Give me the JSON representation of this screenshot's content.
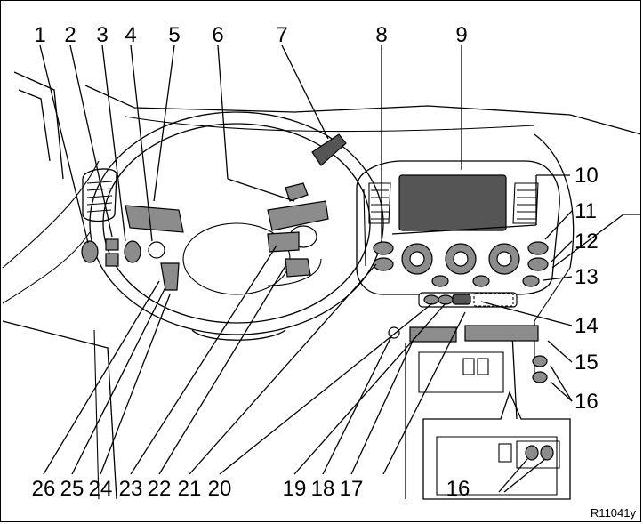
{
  "figure": {
    "code": "R11041y",
    "top_labels": [
      "1",
      "2",
      "3",
      "4",
      "5",
      "6",
      "7",
      "8",
      "9"
    ],
    "right_labels": [
      "10",
      "11",
      "12",
      "13",
      "14",
      "15",
      "16"
    ],
    "bottom_labels": [
      "26",
      "25",
      "24",
      "23",
      "22",
      "21",
      "20",
      "19",
      "18",
      "17",
      "16"
    ]
  },
  "colors": {
    "line": "#000000",
    "fill_gray": "#8c8c8c",
    "fill_dark": "#555555",
    "background": "#ffffff"
  }
}
